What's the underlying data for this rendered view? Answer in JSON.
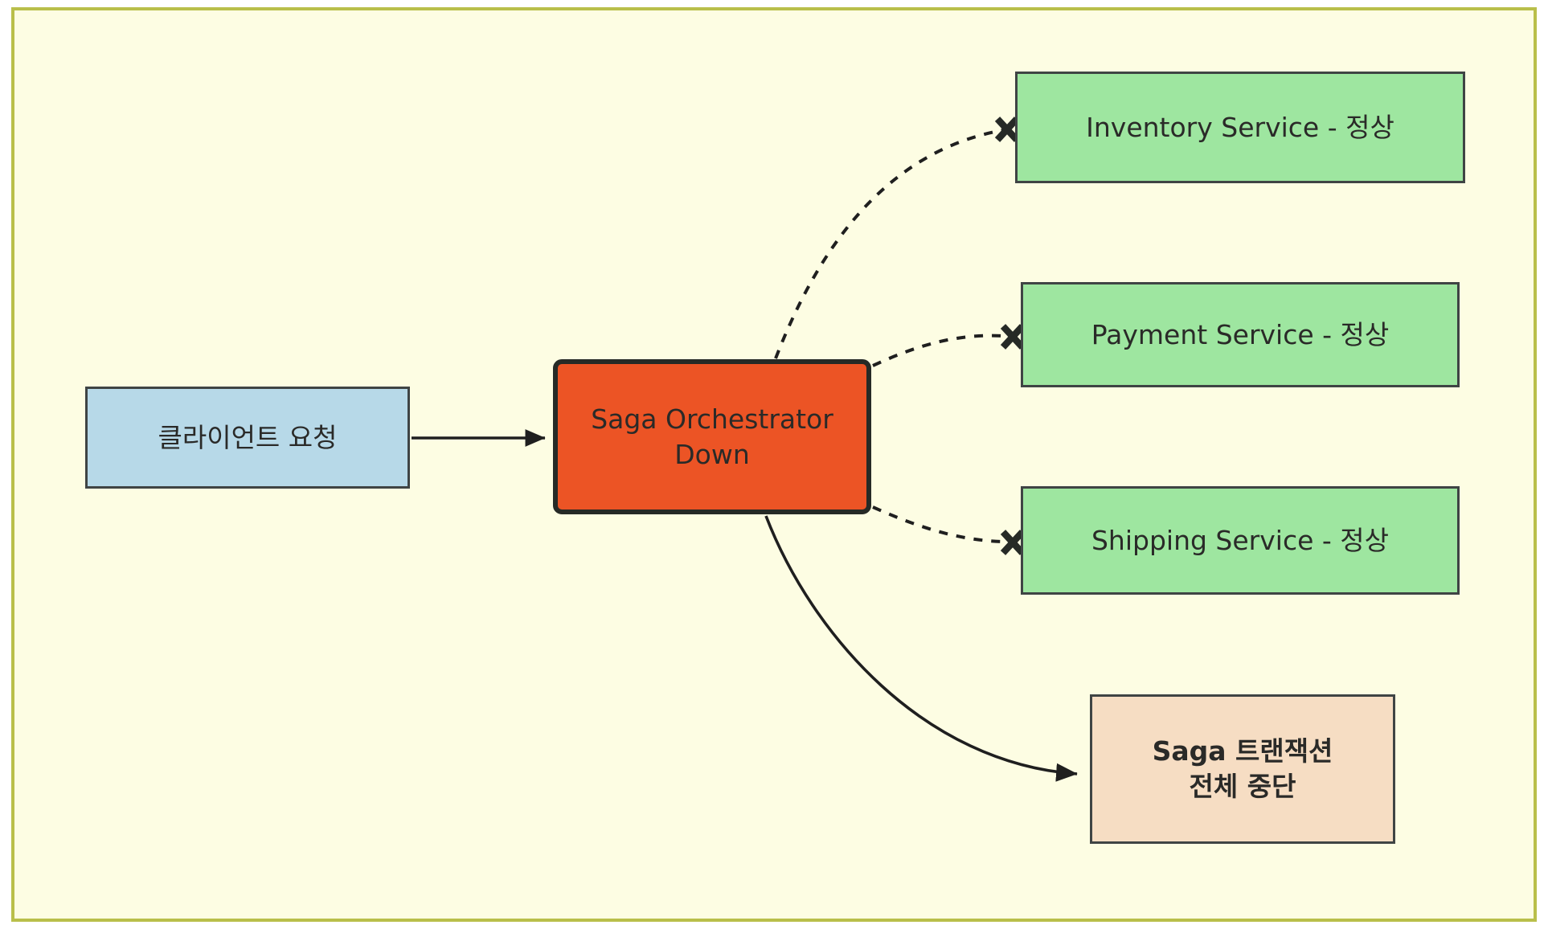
{
  "diagram": {
    "type": "flowchart",
    "direction": "left-to-right",
    "canvas": {
      "background_color": "#fdfde3",
      "border_color": "#b9bf4a",
      "page_background": "#ffffff"
    },
    "nodes": [
      {
        "id": "client",
        "label": "클라이언트 요청",
        "shape": "rectangle",
        "fill": "#b7d9e8",
        "stroke": "#3f4444"
      },
      {
        "id": "orchestrator",
        "label": "Saga Orchestrator\nDown",
        "line1": "Saga Orchestrator",
        "line2": "Down",
        "shape": "rounded-rectangle",
        "fill": "#ec5425",
        "stroke": "#262a26",
        "state": "down"
      },
      {
        "id": "inventory",
        "label": "Inventory Service - 정상",
        "shape": "rectangle",
        "fill": "#9ee6a0",
        "stroke": "#3f4444",
        "status": "정상"
      },
      {
        "id": "payment",
        "label": "Payment Service - 정상",
        "shape": "rectangle",
        "fill": "#9ee6a0",
        "stroke": "#3f4444",
        "status": "정상"
      },
      {
        "id": "shipping",
        "label": "Shipping Service - 정상",
        "shape": "rectangle",
        "fill": "#9ee6a0",
        "stroke": "#3f4444",
        "status": "정상"
      },
      {
        "id": "abort",
        "label": "Saga 트랜잭션\n전체 중단",
        "line1": "Saga 트랜잭션",
        "line2": "전체 중단",
        "shape": "rectangle",
        "fill": "#f6ddc3",
        "stroke": "#3f4444",
        "bold": true
      }
    ],
    "edges": [
      {
        "id": "client-to-orchestrator",
        "from": "client",
        "to": "orchestrator",
        "style": "solid",
        "arrowhead": "triangle",
        "label": ""
      },
      {
        "id": "orchestrator-to-inventory",
        "from": "orchestrator",
        "to": "inventory",
        "style": "dashed",
        "arrowhead": "cross",
        "label": ""
      },
      {
        "id": "orchestrator-to-payment",
        "from": "orchestrator",
        "to": "payment",
        "style": "dashed",
        "arrowhead": "cross",
        "label": ""
      },
      {
        "id": "orchestrator-to-shipping",
        "from": "orchestrator",
        "to": "shipping",
        "style": "dashed",
        "arrowhead": "cross",
        "label": ""
      },
      {
        "id": "orchestrator-to-abort",
        "from": "orchestrator",
        "to": "abort",
        "style": "solid",
        "arrowhead": "triangle",
        "label": ""
      }
    ],
    "edge_stroke_color": "#1f1f1f"
  }
}
